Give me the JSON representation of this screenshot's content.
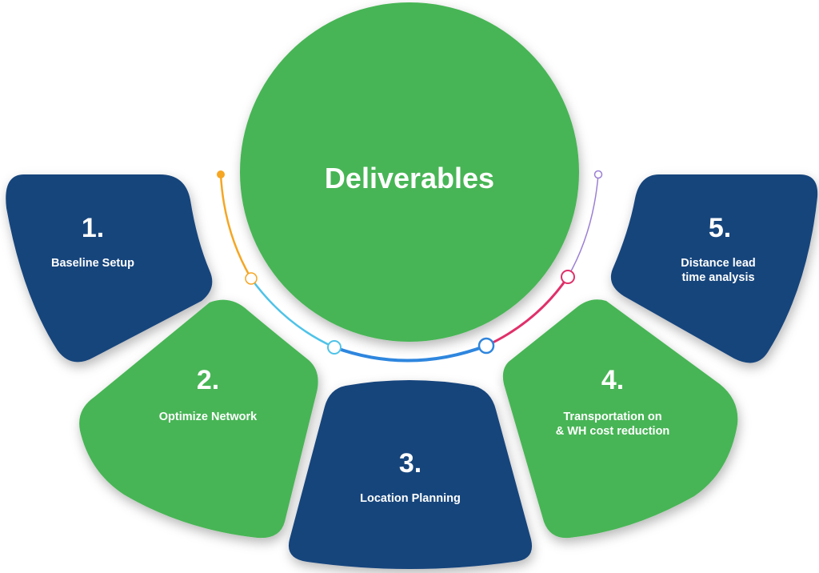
{
  "title": "Deliverables",
  "colors": {
    "green": "#47b555",
    "navy": "#17447c",
    "arc_orange": "#f5a623",
    "arc_cyan": "#4fc3e8",
    "arc_blue": "#2e86de",
    "arc_pink": "#e0306a",
    "arc_purple": "#9b7fd4"
  },
  "items": [
    {
      "number": "1.",
      "label": "Baseline Setup"
    },
    {
      "number": "2.",
      "label": "Optimize Network"
    },
    {
      "number": "3.",
      "label": "Location Planning"
    },
    {
      "number": "4.",
      "label": "Transportation on\n& WH cost reduction"
    },
    {
      "number": "5.",
      "label": "Distance lead\ntime analysis"
    }
  ]
}
